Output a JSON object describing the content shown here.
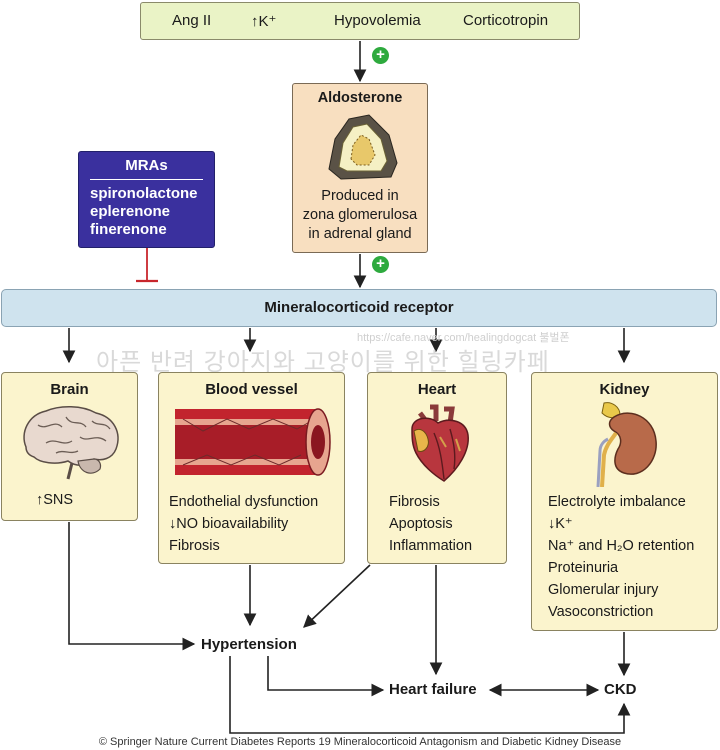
{
  "inputs": {
    "ang": "Ang II",
    "k": "↑K⁺",
    "hypovolemia": "Hypovolemia",
    "corticotropin": "Corticotropin"
  },
  "stimulate_symbol": "+",
  "aldosterone": {
    "title": "Aldosterone",
    "line1": "Produced in",
    "line2": "zona glomerulosa",
    "line3": "in adrenal gland"
  },
  "mras": {
    "title": "MRAs",
    "drugs": [
      "spironolactone",
      "eplerenone",
      "finerenone"
    ]
  },
  "receptor": "Mineralocorticoid receptor",
  "brain": {
    "title": "Brain",
    "effects": [
      "↑SNS"
    ]
  },
  "blood_vessel": {
    "title": "Blood vessel",
    "effects": [
      "Endothelial dysfunction",
      "↓NO bioavailability",
      "Fibrosis"
    ]
  },
  "heart": {
    "title": "Heart",
    "effects": [
      "Fibrosis",
      "Apoptosis",
      "Inflammation"
    ]
  },
  "kidney": {
    "title": "Kidney",
    "effects": [
      "Electrolyte imbalance",
      "↓K⁺",
      "Na⁺ and H₂O retention",
      "Proteinuria",
      "Glomerular injury",
      "Vasoconstriction"
    ]
  },
  "outcomes": {
    "hypertension": "Hypertension",
    "heart_failure": "Heart failure",
    "ckd": "CKD"
  },
  "watermark": {
    "url": "https://cafe.naver.com/healingdogcat 불벌폰",
    "text": "아픈 반려 강아지와 고양이를 위한 힐링카페"
  },
  "footer": "© Springer Nature Current Diabetes Reports 19 Mineralocorticoid Antagonism and Diabetic Kidney Disease"
}
